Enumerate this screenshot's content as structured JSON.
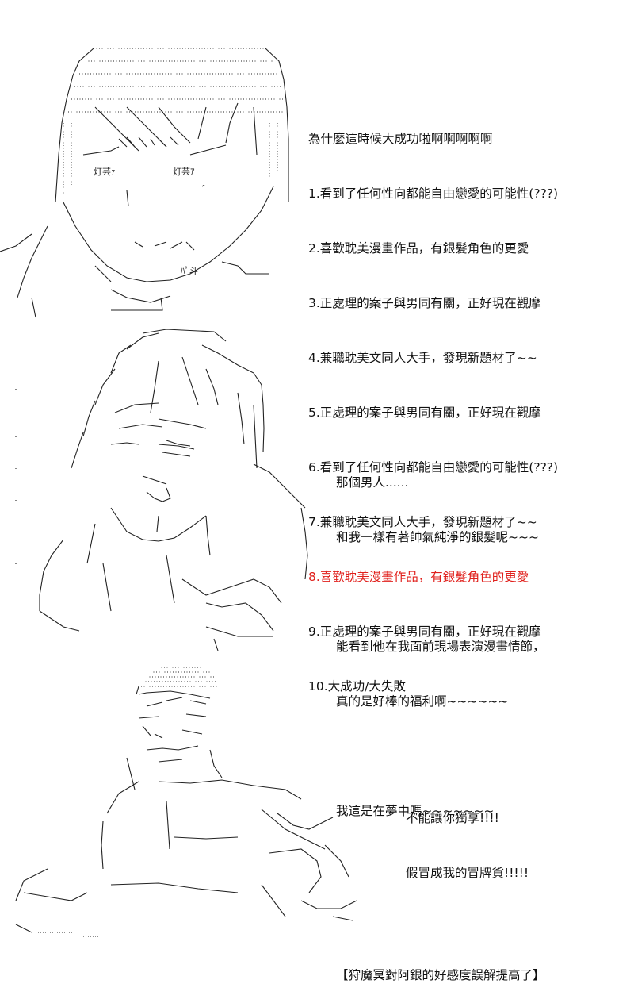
{
  "panel1": {
    "lines": [
      "為什麼這時候大成功啦啊啊啊啊啊",
      "1.看到了任何性向都能自由戀愛的可能性(???)",
      "2.喜歡耽美漫畫作品，有銀髮角色的更愛",
      "3.正處理的案子與男同有關，正好現在觀摩",
      "4.兼職耽美文同人大手，發現新題材了~~",
      "5.正處理的案子與男同有關，正好現在觀摩",
      "6.看到了任何性向都能自由戀愛的可能性(???)",
      "7.兼職耽美文同人大手，發現新題材了~~",
      "8.喜歡耽美漫畫作品，有銀髮角色的更愛",
      "9.正處理的案子與男同有關，正好現在觀摩",
      "10.大成功/大失敗"
    ],
    "highlight_color": "#e0201c",
    "art_labels": {
      "left_label": "灯芸ｧ",
      "right_label": "灯芸ｱ",
      "mouth_label": "ﾊﾟ斗"
    }
  },
  "panel2": {
    "line1": "那個男人......",
    "line2": "和我一樣有著帥氣純淨的銀髮呢~~~",
    "line3": "能看到他在我面前現場表演漫畫情節，",
    "line4": "真的是好棒的福利啊~~~~~~",
    "line5": "我這是在夢中嗎~~~~~~~",
    "line6": "【狩魔冥對阿銀的好感度誤解提高了】"
  },
  "panel3": {
    "line1": "不能讓你獨享!!!!",
    "line2": "假冒成我的冒牌貨!!!!!"
  }
}
